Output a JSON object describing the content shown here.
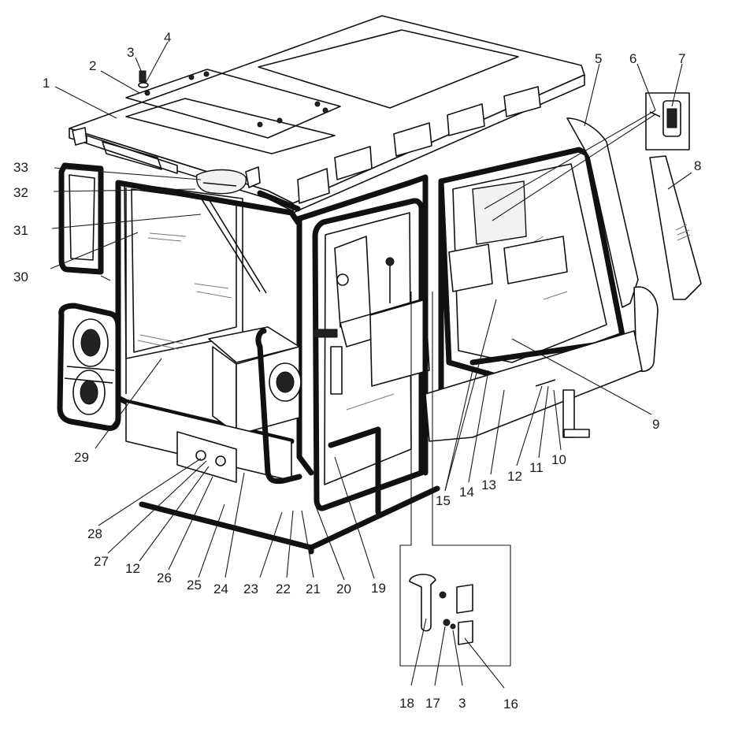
{
  "labels": [
    {
      "id": "1",
      "text": "1"
    },
    {
      "id": "2",
      "text": "2"
    },
    {
      "id": "3a",
      "text": "3"
    },
    {
      "id": "4",
      "text": "4"
    },
    {
      "id": "5",
      "text": "5"
    },
    {
      "id": "6",
      "text": "6"
    },
    {
      "id": "7",
      "text": "7"
    },
    {
      "id": "8",
      "text": "8"
    },
    {
      "id": "9",
      "text": "9"
    },
    {
      "id": "10",
      "text": "10"
    },
    {
      "id": "11",
      "text": "11"
    },
    {
      "id": "12a",
      "text": "12"
    },
    {
      "id": "13",
      "text": "13"
    },
    {
      "id": "14",
      "text": "14"
    },
    {
      "id": "15",
      "text": "15"
    },
    {
      "id": "16",
      "text": "16"
    },
    {
      "id": "17",
      "text": "17"
    },
    {
      "id": "3b",
      "text": "3"
    },
    {
      "id": "18",
      "text": "18"
    },
    {
      "id": "19",
      "text": "19"
    },
    {
      "id": "20",
      "text": "20"
    },
    {
      "id": "21",
      "text": "21"
    },
    {
      "id": "22",
      "text": "22"
    },
    {
      "id": "23",
      "text": "23"
    },
    {
      "id": "24",
      "text": "24"
    },
    {
      "id": "25",
      "text": "25"
    },
    {
      "id": "26",
      "text": "26"
    },
    {
      "id": "12b",
      "text": "12"
    },
    {
      "id": "27",
      "text": "27"
    },
    {
      "id": "28",
      "text": "28"
    },
    {
      "id": "29",
      "text": "29"
    },
    {
      "id": "30",
      "text": "30"
    },
    {
      "id": "31",
      "text": "31"
    },
    {
      "id": "32",
      "text": "32"
    },
    {
      "id": "33",
      "text": "33"
    }
  ],
  "colors": {
    "line": "#1a1a1a",
    "background": "#ffffff"
  }
}
